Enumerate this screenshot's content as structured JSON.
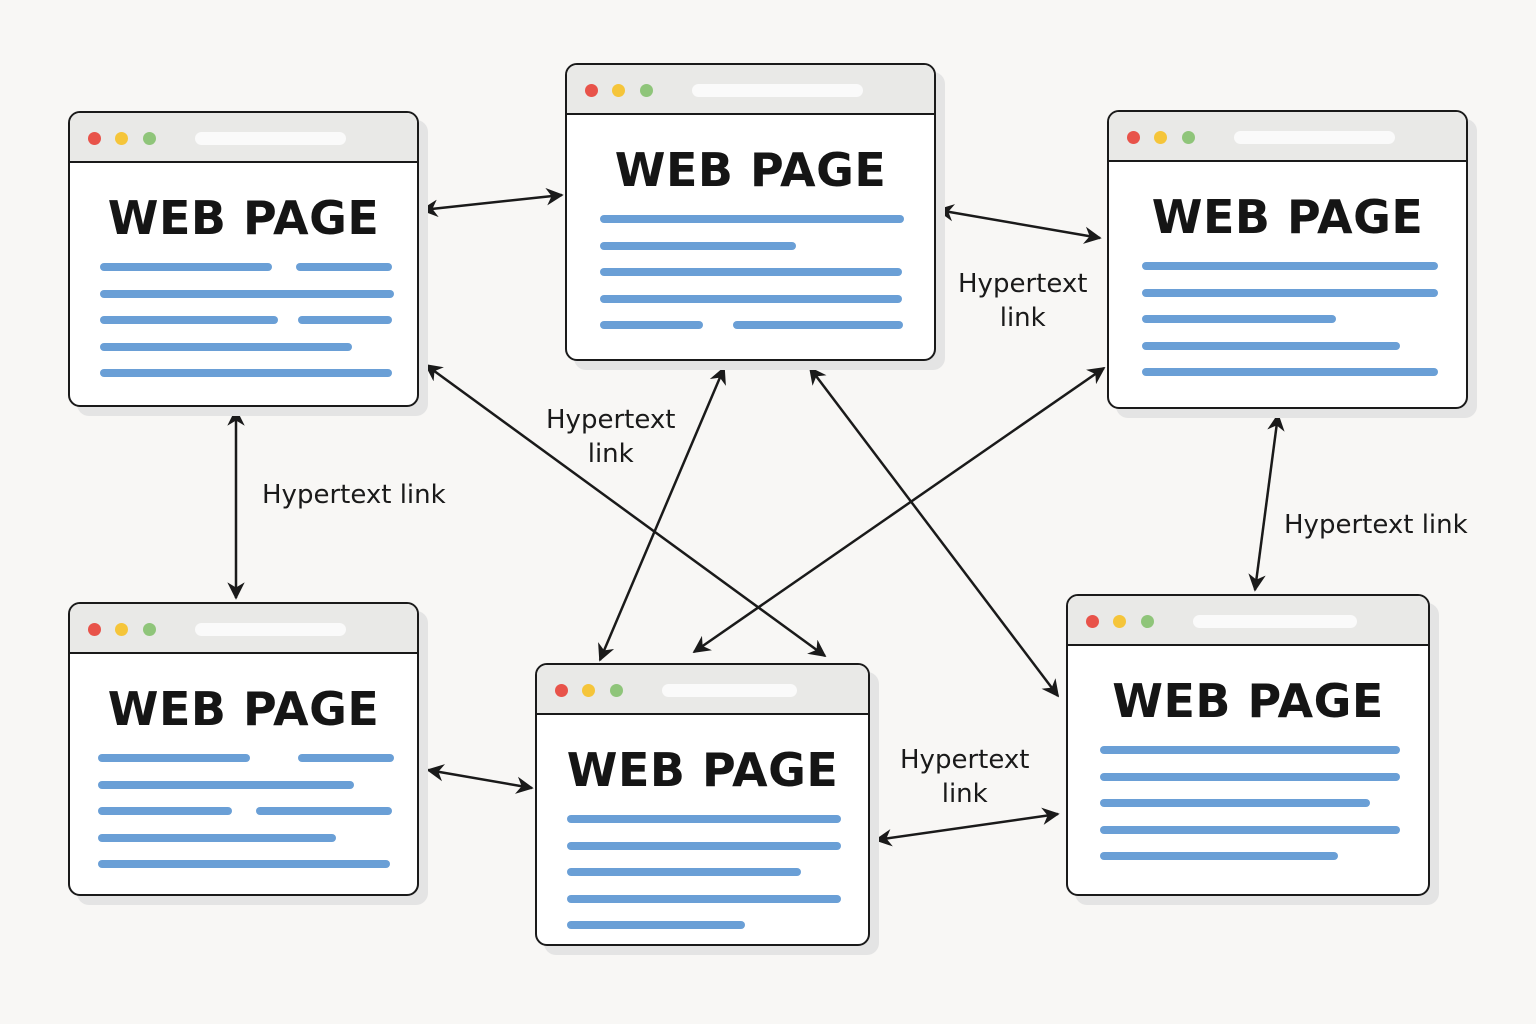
{
  "diagram": {
    "pages": [
      {
        "id": "p1",
        "title": "WEB PAGE"
      },
      {
        "id": "p2",
        "title": "WEB PAGE"
      },
      {
        "id": "p3",
        "title": "WEB PAGE"
      },
      {
        "id": "p4",
        "title": "WEB PAGE"
      },
      {
        "id": "p5",
        "title": "WEB PAGE"
      },
      {
        "id": "p6",
        "title": "WEB PAGE"
      }
    ],
    "links": [
      {
        "from": "p1",
        "to": "p2"
      },
      {
        "from": "p2",
        "to": "p3"
      },
      {
        "from": "p1",
        "to": "p4"
      },
      {
        "from": "p1",
        "to": "p5"
      },
      {
        "from": "p2",
        "to": "p5"
      },
      {
        "from": "p2",
        "to": "p6"
      },
      {
        "from": "p3",
        "to": "p5"
      },
      {
        "from": "p3",
        "to": "p6"
      },
      {
        "from": "p4",
        "to": "p5"
      },
      {
        "from": "p5",
        "to": "p6"
      }
    ],
    "labels": {
      "l1": "Hypertext link",
      "l2a": "Hypertext",
      "l2b": "link",
      "l3a": "Hypertext",
      "l3b": "link",
      "l4": "Hypertext link",
      "l5a": "Hypertext",
      "l5b": "link"
    },
    "colors": {
      "red": "#e8534a",
      "yellow": "#f5c53a",
      "green": "#8fc57a",
      "line": "#6a9fd6",
      "arrow": "#1a1a1a"
    }
  }
}
